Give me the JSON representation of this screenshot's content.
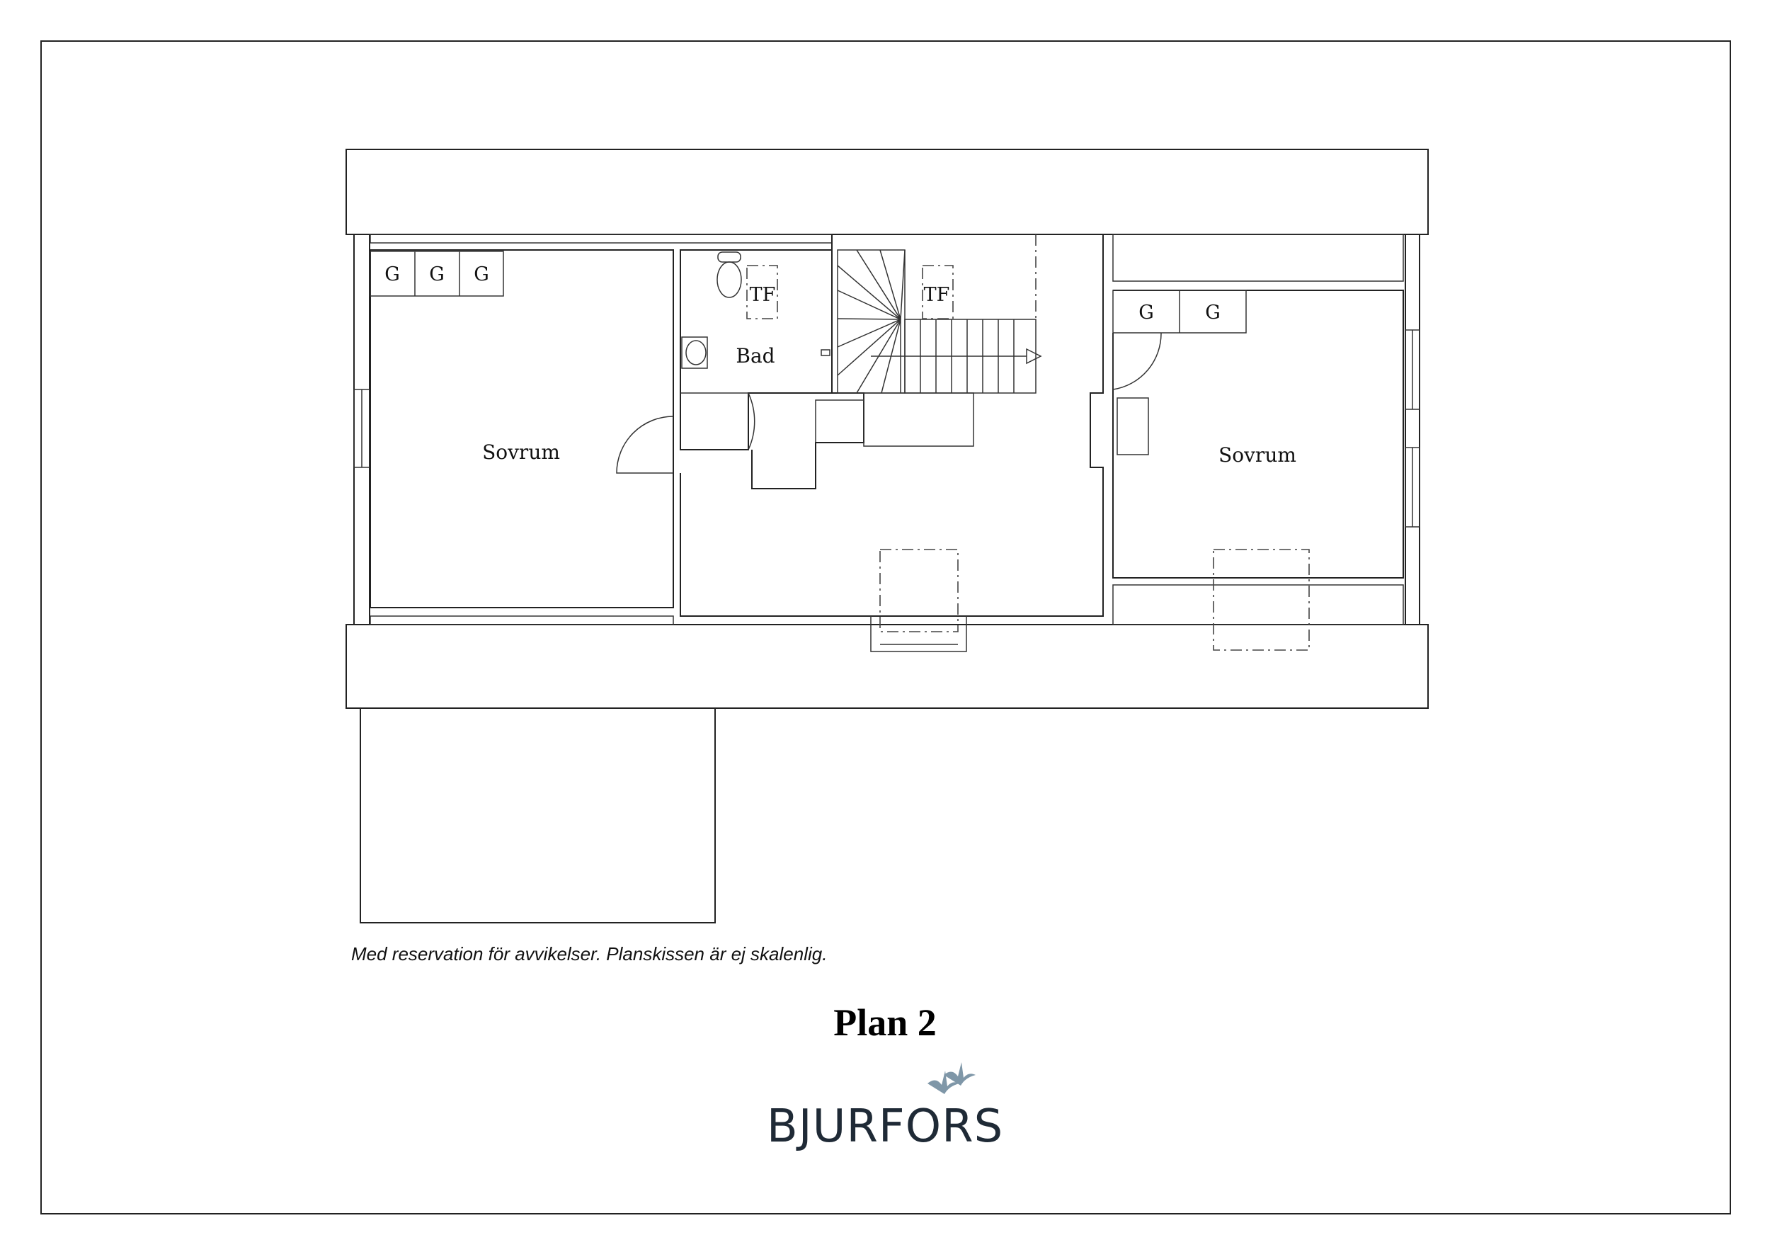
{
  "plan": {
    "title": "Plan 2",
    "disclaimer": "Med reservation för avvikelser. Planskissen är ej skalenlig.",
    "brand": "BJURFORS",
    "brand_color": "#1f2a36",
    "bird_color": "#7f97a8"
  },
  "rooms": {
    "left_bedroom": "Sovrum",
    "right_bedroom": "Sovrum",
    "bathroom": "Bad"
  },
  "fixtures": {
    "wardrobe_label": "G",
    "hatch_label": "TF"
  }
}
